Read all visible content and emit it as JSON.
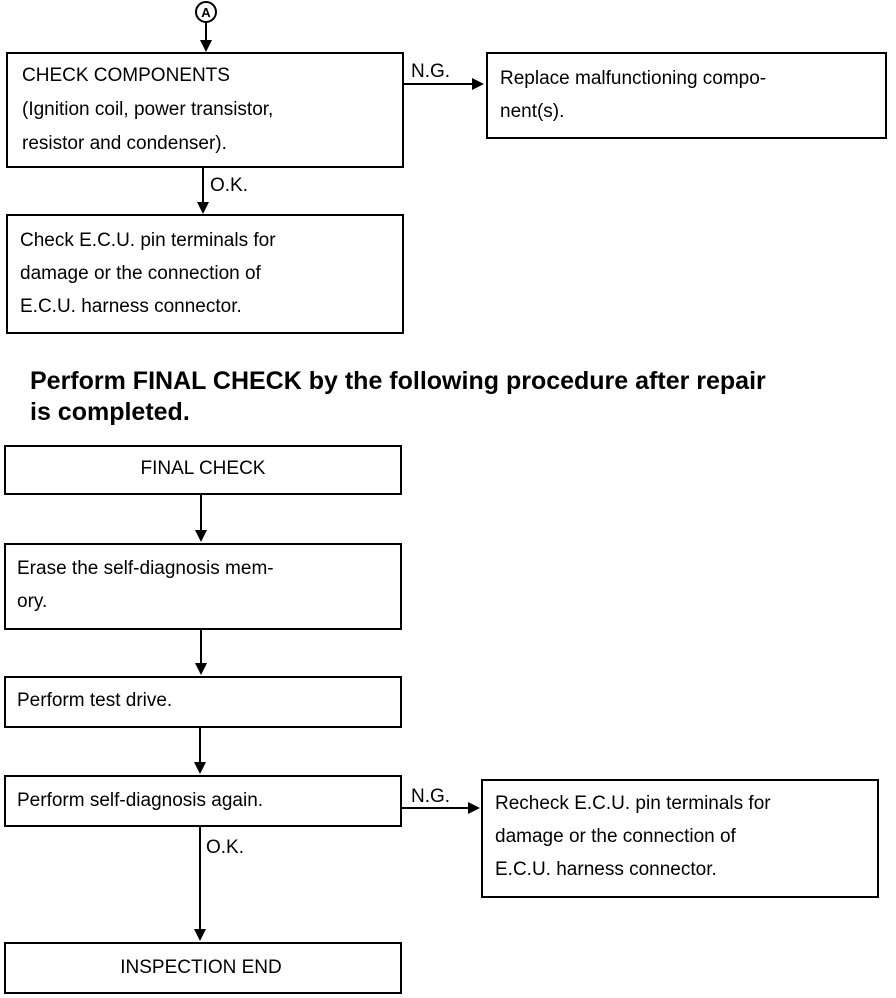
{
  "connector": {
    "label": "A"
  },
  "boxes": {
    "check_components": {
      "lines": [
        "CHECK COMPONENTS",
        "(Ignition coil, power transistor,",
        "resistor and condenser)."
      ]
    },
    "replace": {
      "lines": [
        "Replace malfunctioning compo-",
        "nent(s)."
      ]
    },
    "check_ecu": {
      "lines": [
        "Check E.C.U. pin terminals for",
        "damage or the connection of",
        "E.C.U. harness connector."
      ]
    },
    "final_check": {
      "lines": [
        "FINAL CHECK"
      ]
    },
    "erase": {
      "lines": [
        "Erase the self-diagnosis mem-",
        "ory."
      ]
    },
    "test_drive": {
      "lines": [
        "Perform test drive."
      ]
    },
    "self_diag": {
      "lines": [
        "Perform self-diagnosis again."
      ]
    },
    "recheck": {
      "lines": [
        "Recheck E.C.U. pin terminals for",
        "damage or the connection of",
        "E.C.U. harness connector."
      ]
    },
    "inspection_end": {
      "lines": [
        "INSPECTION END"
      ]
    }
  },
  "labels": {
    "ng_1": "N.G.",
    "ok_1": "O.K.",
    "ng_2": "N.G.",
    "ok_2": "O.K."
  },
  "heading": {
    "line1": "Perform FINAL CHECK by the following procedure after repair",
    "line2": "is completed."
  }
}
